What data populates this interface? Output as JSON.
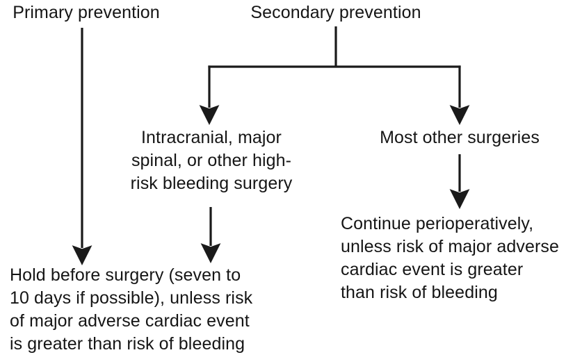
{
  "diagram": {
    "title": "Antiplatelet therapy perioperative management flowchart",
    "line_color": "#1a1a1a",
    "text_color": "#151515",
    "background": "#ffffff",
    "nodes": {
      "primary_prevention": "Primary prevention",
      "secondary_prevention": "Secondary prevention",
      "high_risk_surgery": "Intracranial, major\nspinal, or other high-\nrisk bleeding surgery",
      "most_other_surgeries": "Most other surgeries",
      "continue_perioperatively": "Continue perioperatively,\nunless risk of major adverse\ncardiac event is greater\nthan risk of bleeding",
      "hold_before_surgery": "Hold before surgery (seven to\n10 days if possible), unless risk\nof major adverse cardiac event\nis greater than risk of bleeding"
    },
    "connectors": [
      {
        "name": "primary-to-hold-arrow",
        "from": "primary_prevention",
        "to": "hold_before_surgery",
        "shape": "vertical-arrow"
      },
      {
        "name": "secondary-split-arrow-left",
        "from": "secondary_prevention",
        "to": "high_risk_surgery",
        "shape": "elbow-arrow"
      },
      {
        "name": "secondary-split-arrow-right",
        "from": "secondary_prevention",
        "to": "most_other_surgeries",
        "shape": "elbow-arrow"
      },
      {
        "name": "high-risk-to-hold-arrow",
        "from": "high_risk_surgery",
        "to": "hold_before_surgery",
        "shape": "vertical-arrow"
      },
      {
        "name": "most-other-to-continue-arrow",
        "from": "most_other_surgeries",
        "to": "continue_perioperatively",
        "shape": "vertical-arrow"
      }
    ]
  }
}
